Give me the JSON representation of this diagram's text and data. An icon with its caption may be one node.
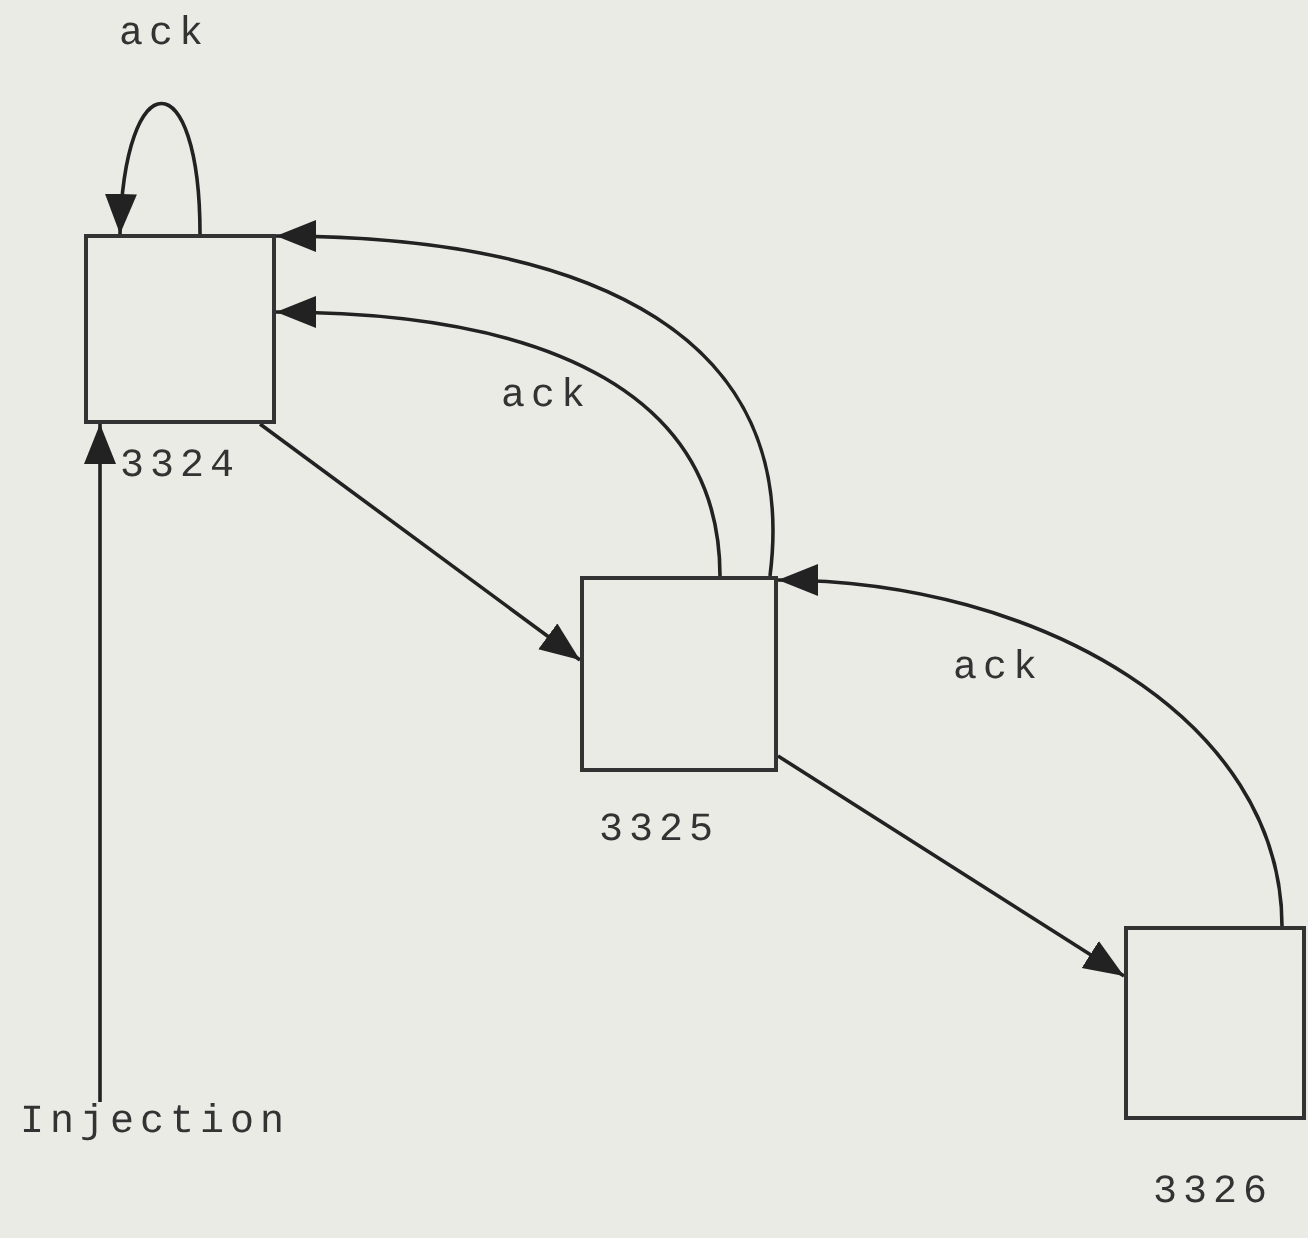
{
  "diagram": {
    "nodes": [
      {
        "text": [
          "3324"
        ]
      },
      {
        "text": [
          "3325"
        ]
      },
      {
        "text": [
          "3326"
        ]
      },
      {
        "text": [
          "Injection"
        ]
      }
    ],
    "edges": [
      {
        "from": 0,
        "to": 0,
        "arrow": "to",
        "label": "ack"
      },
      {
        "from": 0,
        "to": 1,
        "arrow": "to"
      },
      {
        "from": 1,
        "to": 2,
        "arrow": "to"
      },
      {
        "from": 1,
        "to": 0,
        "arrow": "to",
        "label": "ack"
      },
      {
        "from": 1,
        "to": 0,
        "arrow": "to"
      },
      {
        "from": 2,
        "to": 1,
        "arrow": "to",
        "label": "ack"
      },
      {
        "from": 3,
        "to": 0,
        "arrow": "to"
      }
    ]
  }
}
